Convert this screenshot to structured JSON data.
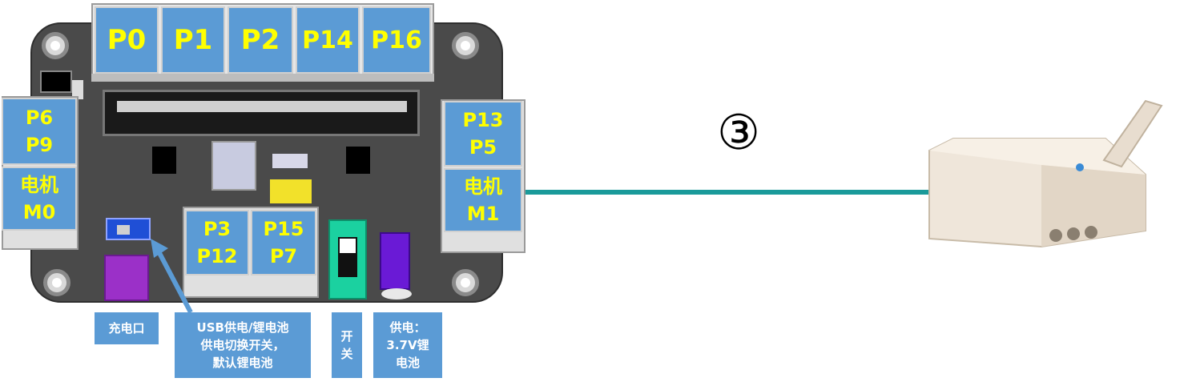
{
  "top_pins": [
    "P0",
    "P1",
    "P2",
    "P14",
    "P16"
  ],
  "left_side": {
    "pins": [
      "P6",
      "P9"
    ],
    "motor": [
      "电机",
      "M0"
    ]
  },
  "right_side": {
    "pins": [
      "P13",
      "P5"
    ],
    "motor": [
      "电机",
      "M1"
    ]
  },
  "middle_pins": {
    "left": [
      "P3",
      "P12"
    ],
    "right": [
      "P15",
      "P7"
    ]
  },
  "captions": {
    "charge_port": "充电口",
    "usb_switch": [
      "USB供电/锂电池",
      "供电切换开关，",
      "默认锂电池"
    ],
    "power_switch": [
      "开",
      "关"
    ],
    "battery": [
      "供电：",
      "3.7V锂",
      "电池"
    ]
  },
  "step_marker": "③",
  "colors": {
    "label_blue": "#5b9bd5",
    "pin_text_yellow": "#ffff00",
    "cable_teal": "#1a9a9a",
    "board_gray": "#4a4a4a",
    "arrow_blue": "#5b9bd5"
  }
}
